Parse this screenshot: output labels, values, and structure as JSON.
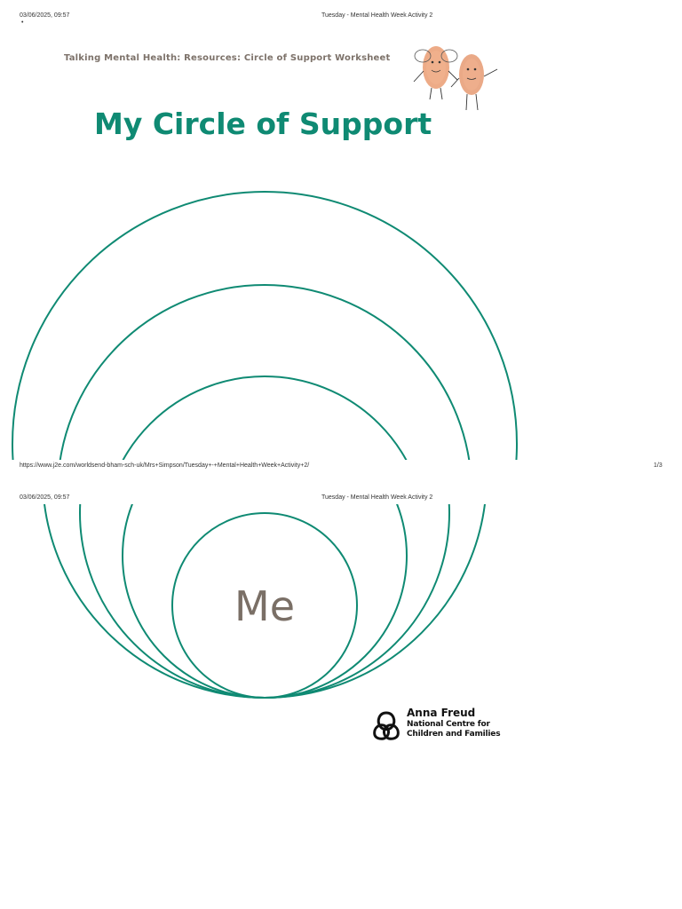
{
  "print_header": {
    "datetime": "03/06/2025, 09:57",
    "doc_title": "Tuesday - Mental Health Week Activity 2",
    "bullet": "•"
  },
  "print_footer": {
    "url": "https://www.j2e.com/worldsend-bham-sch-uk/Mrs+Simpson/Tuesday+-+Mental+Health+Week+Activity+2/",
    "page": "1/3"
  },
  "worksheet": {
    "header": "Talking Mental Health: Resources: Circle of Support Worksheet",
    "title": "My Circle of Support",
    "center_label": "Me"
  },
  "logo": {
    "name": "Anna Freud",
    "line1": "National Centre for",
    "line2": "Children and Families"
  },
  "colors": {
    "accent": "#0f8a73",
    "header_text": "#7d726a",
    "me_text": "#7a6f66",
    "character_fill": "#e9a67b"
  },
  "icons": {
    "characters": "thumbprint-characters-illustration",
    "logo_mark": "anna-freud-knot-icon"
  }
}
